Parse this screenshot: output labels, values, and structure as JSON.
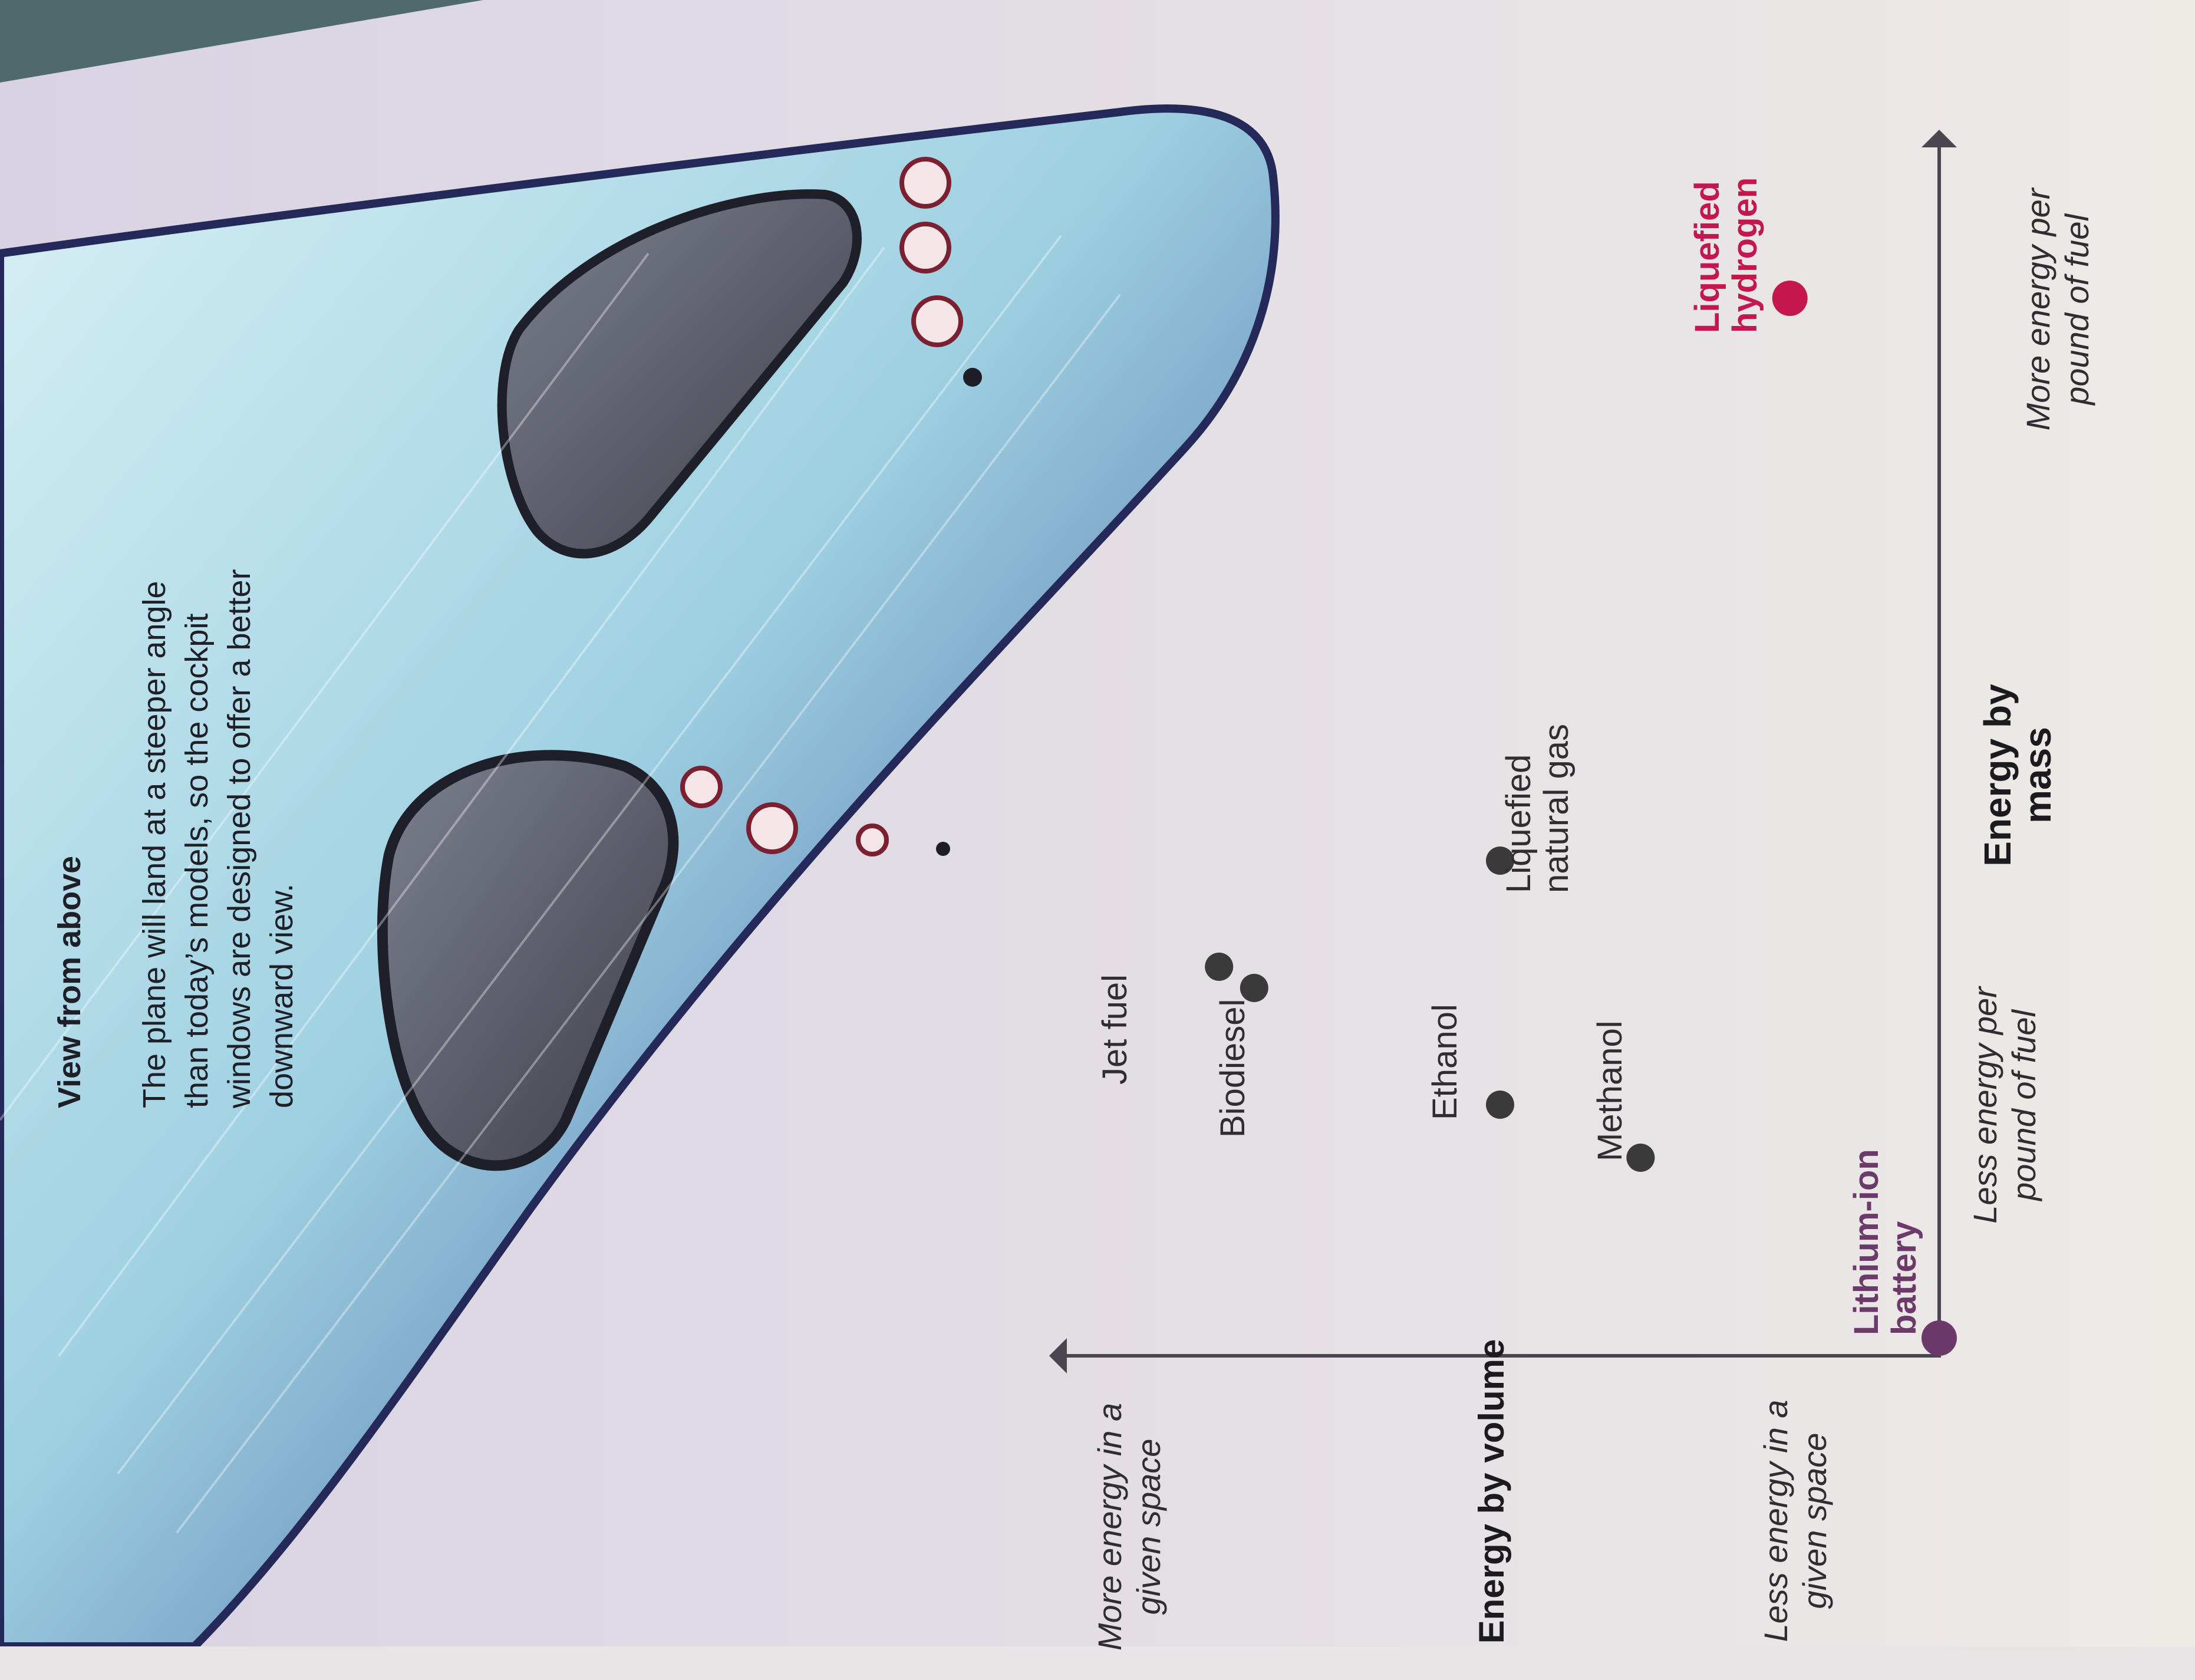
{
  "caption": {
    "title": "View from above",
    "body": "The plane will land at a steeper angle than today’s models, so the cockpit windows are designed to offer a better downward view."
  },
  "chart_data": {
    "type": "scatter",
    "xlabel": "Energy by mass",
    "ylabel": "Energy by volume",
    "x_low_label": "Less energy per pound of fuel",
    "x_high_label": "More energy per pound of fuel",
    "y_low_label": "Less energy in a given space",
    "y_high_label": "More energy in a given space",
    "points": [
      {
        "label": "Lithium-ion battery",
        "x": 0.0,
        "y": 0.0,
        "color": "#6b3a6a"
      },
      {
        "label": "Jet fuel",
        "x": 0.35,
        "y": 0.82,
        "color": "#3a3a3a"
      },
      {
        "label": "Biodiesel",
        "x": 0.33,
        "y": 0.78,
        "color": "#3a3a3a"
      },
      {
        "label": "Ethanol",
        "x": 0.22,
        "y": 0.5,
        "color": "#3a3a3a"
      },
      {
        "label": "Methanol",
        "x": 0.17,
        "y": 0.34,
        "color": "#3a3a3a"
      },
      {
        "label": "Liquefied natural gas",
        "x": 0.45,
        "y": 0.5,
        "color": "#3a3a3a"
      },
      {
        "label": "Liquefied hydrogen",
        "x": 0.98,
        "y": 0.17,
        "color": "#c4174f"
      }
    ]
  },
  "colors": {
    "page": "#e9e4e6",
    "fuselage_light": "#bfe3ee",
    "fuselage_dark": "#3b4a8a",
    "hydrogen_accent": "#c4174f",
    "battery_accent": "#6b3a6a"
  }
}
